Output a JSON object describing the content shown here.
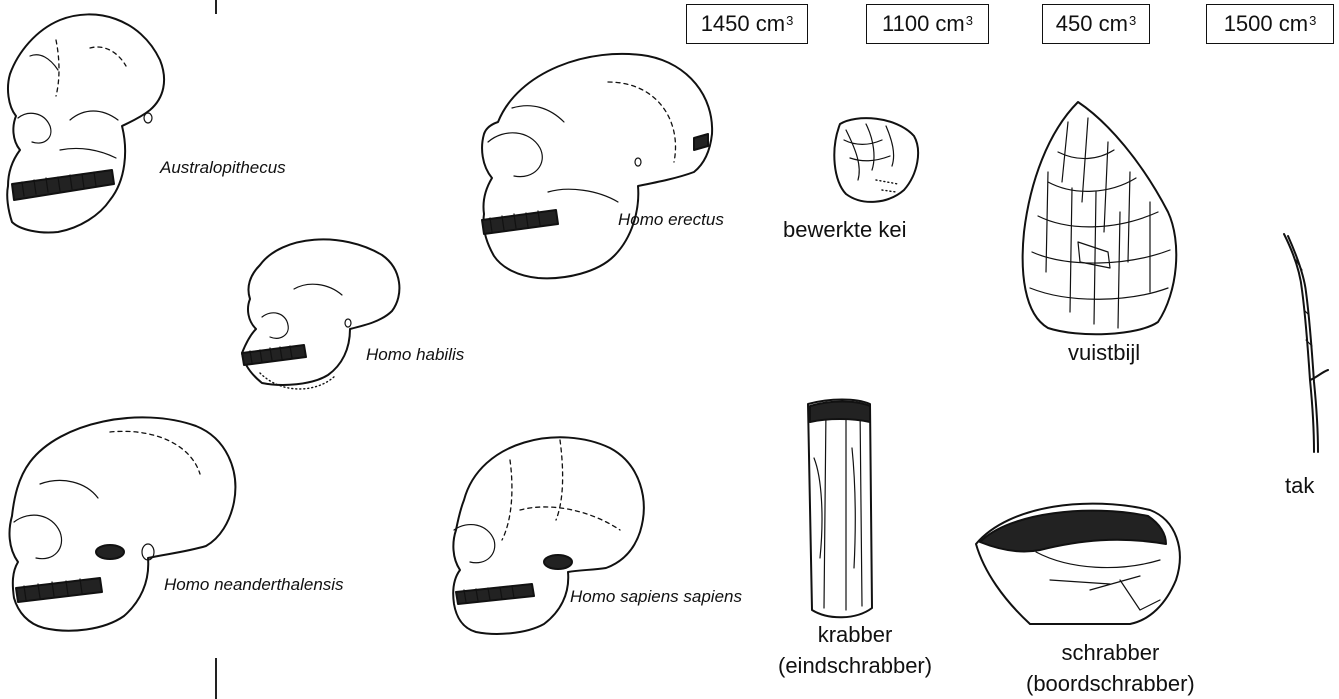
{
  "volumes": {
    "box1": {
      "value": "1450 cm",
      "sup": "3"
    },
    "box2": {
      "value": "1100 cm",
      "sup": "3"
    },
    "box3": {
      "value": "450 cm",
      "sup": "3"
    },
    "box4": {
      "value": "1500 cm",
      "sup": "3"
    }
  },
  "skulls": {
    "australopithecus": "Australopithecus",
    "homo_habilis": "Homo habilis",
    "homo_erectus": "Homo erectus",
    "homo_neanderthalensis": "Homo neanderthalensis",
    "homo_sapiens_sapiens": "Homo sapiens sapiens"
  },
  "tools": {
    "bewerkte_kei": "bewerkte  kei",
    "vuistbijl": "vuistbijl",
    "tak": "tak",
    "krabber_line1": "krabber",
    "krabber_line2": "(eindschrabber)",
    "schrabber_line1": "schrabber",
    "schrabber_line2": "(boordschrabber)"
  }
}
